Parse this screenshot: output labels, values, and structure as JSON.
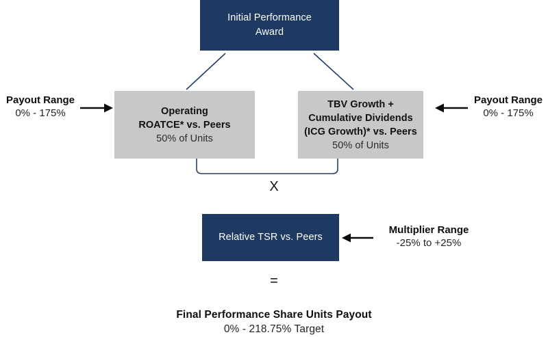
{
  "diagram": {
    "title_box": {
      "lines": [
        "Initial Performance",
        "Award"
      ],
      "color": "#1e3a62"
    },
    "metrics": [
      {
        "id": "operating-roatce",
        "lines": [
          "Operating",
          "ROATCE* vs. Peers"
        ],
        "weight": "50% of Units",
        "color": "#c7c8ca"
      },
      {
        "id": "icg-growth",
        "lines": [
          "TBV Growth +",
          "Cumulative Dividends",
          "(ICG Growth)* vs. Peers"
        ],
        "weight": "50% of Units",
        "color": "#c7c8ca"
      }
    ],
    "annotations": {
      "left_payout": {
        "title": "Payout Range",
        "value": "0% - 175%"
      },
      "right_payout": {
        "title": "Payout Range",
        "value": "0% - 175%"
      },
      "multiplier": {
        "title": "Multiplier Range",
        "value": "-25% to +25%"
      }
    },
    "operators": {
      "multiply": "X",
      "equals": "="
    },
    "modifier_box": {
      "label": "Relative TSR vs. Peers",
      "color": "#1e3a62"
    },
    "result": {
      "title": "Final Performance Share Units Payout",
      "value": "0% - 218.75% Target"
    }
  }
}
